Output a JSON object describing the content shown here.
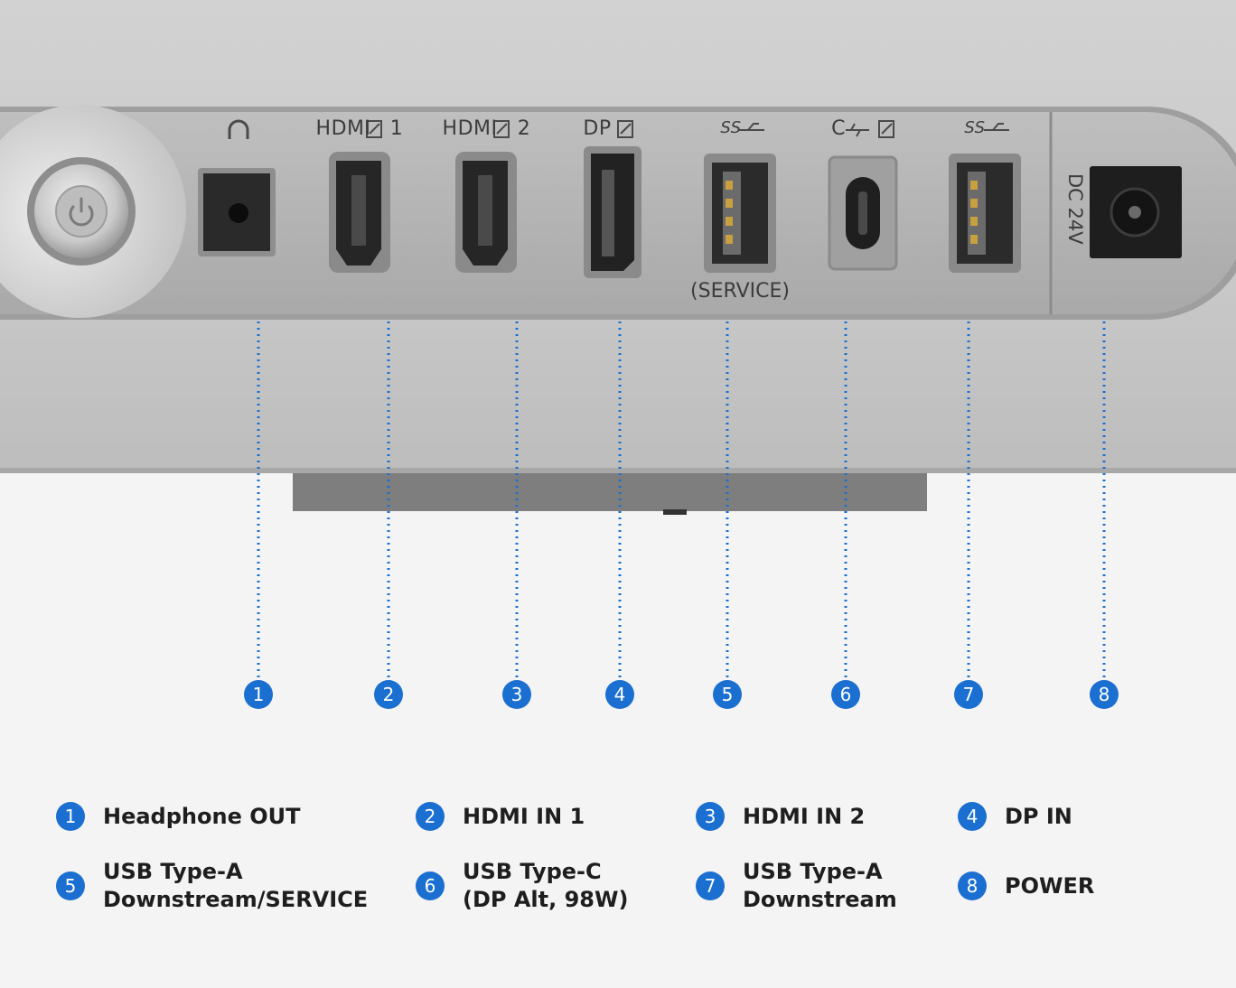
{
  "port_labels": {
    "headphone_icon": "headphone-icon",
    "hdmi1": "HDMI",
    "hdmi1_num": "1",
    "hdmi2": "HDMI",
    "hdmi2_num": "2",
    "dp": "DP",
    "usb_a_service": "SS",
    "usb_c": "C",
    "usb_a": "SS",
    "service": "(SERVICE)",
    "dc": "DC 24V"
  },
  "callouts": [
    "1",
    "2",
    "3",
    "4",
    "5",
    "6",
    "7",
    "8"
  ],
  "legend": [
    {
      "num": "1",
      "text": "Headphone OUT"
    },
    {
      "num": "2",
      "text": "HDMI IN 1"
    },
    {
      "num": "3",
      "text": "HDMI IN 2"
    },
    {
      "num": "4",
      "text": "DP IN"
    },
    {
      "num": "5",
      "text": "USB Type-A\nDownstream/SERVICE"
    },
    {
      "num": "6",
      "text": "USB Type-C\n(DP Alt, 98W)"
    },
    {
      "num": "7",
      "text": "USB Type-A\nDownstream"
    },
    {
      "num": "8",
      "text": "POWER"
    }
  ],
  "colors": {
    "accent": "#1a6fd1",
    "panel": "#b8b8b8",
    "background": "#f4f4f4"
  }
}
